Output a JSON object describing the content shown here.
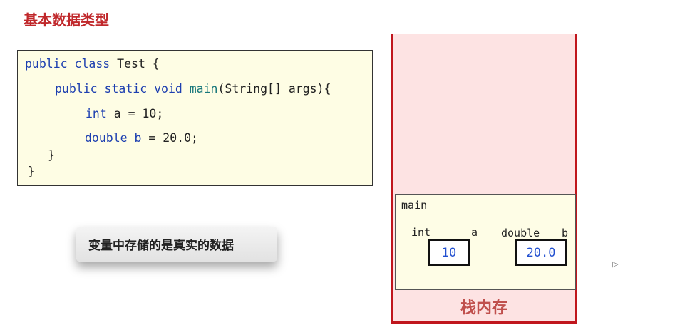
{
  "title": "基本数据类型",
  "code": {
    "l1": {
      "a": "public class",
      "b": " Test {"
    },
    "l2": {
      "a": "public static void",
      "b": " ",
      "c": "main",
      "d": "(String[] args){"
    },
    "l3": {
      "a": "int",
      "b": " a = 10;"
    },
    "l4": {
      "a": "double b",
      "b": " = 20.0;"
    },
    "l5": "}",
    "l6": "}"
  },
  "callout": "变量中存储的是真实的数据",
  "stack": {
    "frame_name": "main",
    "vars": [
      {
        "type": "int",
        "name": "a",
        "value": "10"
      },
      {
        "type": "double",
        "name": "b",
        "value": "20.0"
      }
    ],
    "label": "栈内存"
  },
  "colors": {
    "title": "#c0282b",
    "stack_border": "#c0161d",
    "stack_bg": "#fde3e3",
    "code_bg": "#fefde4",
    "value": "#2250d0"
  }
}
